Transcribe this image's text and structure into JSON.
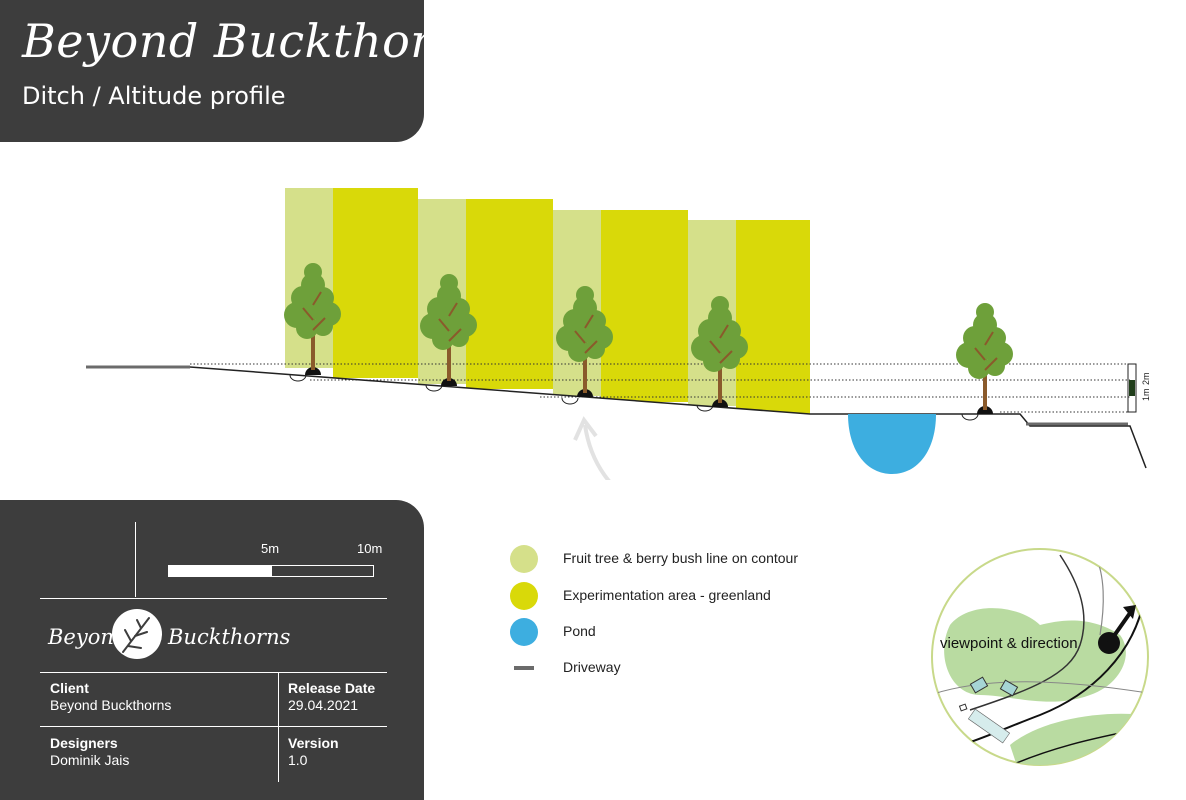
{
  "header": {
    "title": "Beyond Buckthorns",
    "subtitle": "Ditch / Altitude profile"
  },
  "profile": {
    "height_markers": [
      "1m",
      "2m"
    ]
  },
  "legend": [
    {
      "label": "Fruit tree & berry bush line on contour",
      "color": "#d5e08a",
      "shape": "circle"
    },
    {
      "label": "Experimentation area - greenland",
      "color": "#d9d909",
      "shape": "circle"
    },
    {
      "label": "Pond",
      "color": "#3daee0",
      "shape": "circle"
    },
    {
      "label": "Driveway",
      "color": "#6b6b6b",
      "shape": "line"
    }
  ],
  "scale_bar": {
    "label_mid": "5m",
    "label_end": "10m"
  },
  "logo": {
    "left": "Beyond",
    "right": "Buckthorns"
  },
  "info": {
    "client_label": "Client",
    "client_value": "Beyond Buckthorns",
    "release_label": "Release Date",
    "release_value": "29.04.2021",
    "designers_label": "Designers",
    "designers_value": "Dominik Jais",
    "version_label": "Version",
    "version_value": "1.0"
  },
  "minimap": {
    "viewpoint_label": "viewpoint & direction"
  },
  "colors": {
    "dark_panel": "#3d3d3d",
    "fruit_line": "#d5e08a",
    "experimentation": "#d9d909",
    "pond": "#3daee0",
    "driveway": "#6b6b6b",
    "tree_foliage": "#6ea03a",
    "tree_trunk": "#8a5a2b"
  }
}
